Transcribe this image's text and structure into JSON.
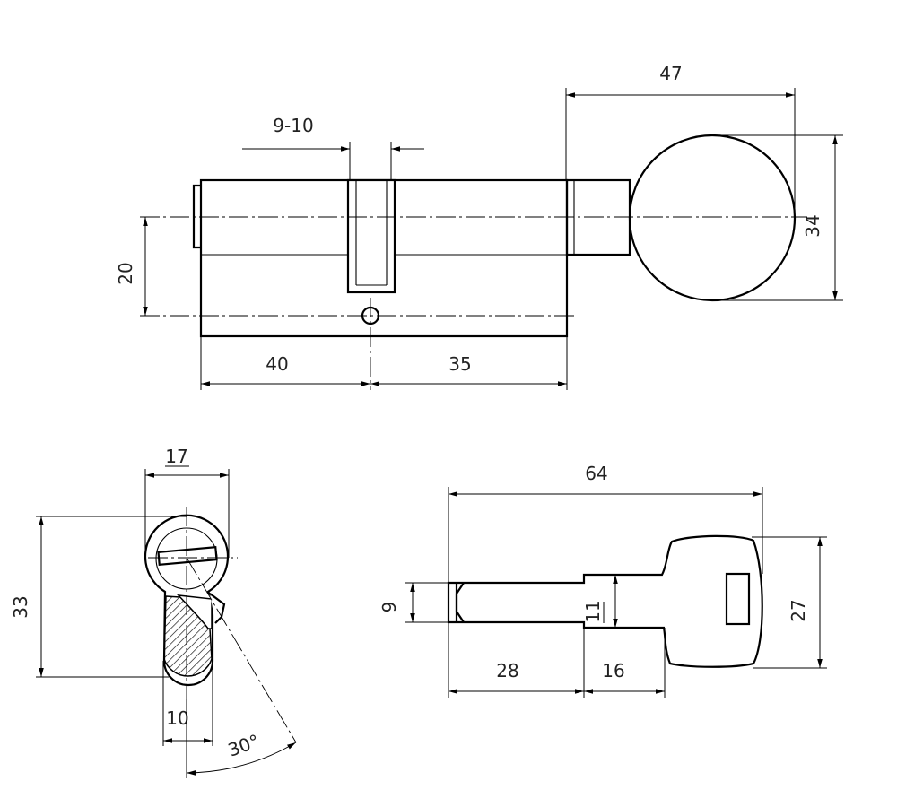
{
  "dimensions": {
    "front_view": {
      "slot_width": "9-10",
      "knob_offset": "47",
      "knob_diameter": "34",
      "center_distance": "20",
      "left_length": "40",
      "right_length": "35"
    },
    "side_view": {
      "top_width": "17",
      "total_height": "33",
      "bottom_width": "10",
      "cam_angle": "30°"
    },
    "key_view": {
      "total_length": "64",
      "blade_height": "9",
      "blade_length": "28",
      "shoulder_length": "16",
      "shoulder_height": "11",
      "bow_height": "27"
    }
  }
}
